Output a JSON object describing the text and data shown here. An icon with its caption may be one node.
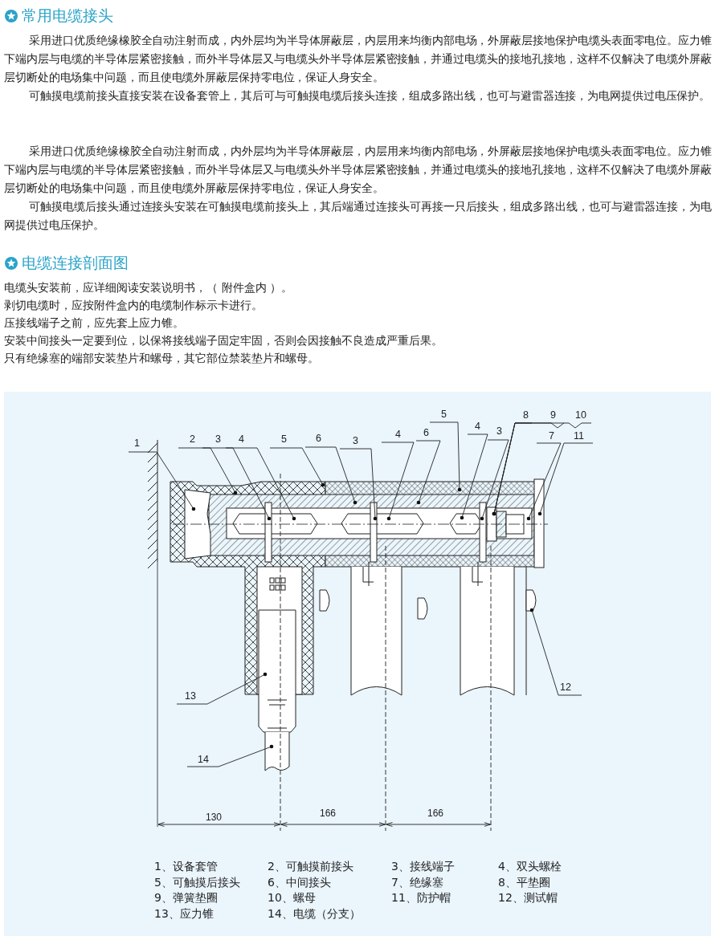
{
  "diagram": {
    "title": "常用电缆接头",
    "nodes": [
      {
        "text": [
          "1"
        ]
      },
      {
        "text": [
          "2"
        ]
      },
      {
        "text": [
          "3"
        ]
      },
      {
        "text": [
          "4"
        ]
      },
      {
        "text": [
          "5"
        ]
      },
      {
        "text": [
          "6"
        ]
      },
      {
        "text": [
          "3"
        ]
      },
      {
        "text": [
          "4"
        ]
      },
      {
        "text": [
          "6"
        ]
      },
      {
        "text": [
          "5"
        ]
      },
      {
        "text": [
          "4"
        ]
      },
      {
        "text": [
          "3"
        ]
      },
      {
        "text": [
          "8"
        ]
      },
      {
        "text": [
          "9"
        ]
      },
      {
        "text": [
          "10"
        ]
      },
      {
        "text": [
          "7"
        ]
      },
      {
        "text": [
          "11"
        ]
      },
      {
        "text": [
          "12"
        ]
      },
      {
        "text": [
          "13"
        ]
      },
      {
        "text": [
          "14"
        ]
      }
    ],
    "edges": [
      {
        "from": 0,
        "to": null,
        "arrow": "other"
      },
      {
        "from": 1,
        "to": null,
        "arrow": "other"
      },
      {
        "from": 2,
        "to": null,
        "arrow": "other"
      },
      {
        "from": 3,
        "to": null,
        "arrow": "other"
      },
      {
        "from": 4,
        "to": null,
        "arrow": "other"
      },
      {
        "from": 5,
        "to": null,
        "arrow": "other"
      },
      {
        "from": 6,
        "to": null,
        "arrow": "other"
      },
      {
        "from": 7,
        "to": null,
        "arrow": "other"
      },
      {
        "from": 8,
        "to": null,
        "arrow": "other"
      },
      {
        "from": 9,
        "to": null,
        "arrow": "other"
      },
      {
        "from": 10,
        "to": null,
        "arrow": "other"
      },
      {
        "from": 11,
        "to": null,
        "arrow": "other"
      },
      {
        "from": 12,
        "to": null,
        "arrow": "other"
      },
      {
        "from": 13,
        "to": null,
        "arrow": "other"
      },
      {
        "from": 14,
        "to": null,
        "arrow": "other"
      },
      {
        "from": 15,
        "to": null,
        "arrow": "other"
      },
      {
        "from": 16,
        "to": null,
        "arrow": "other"
      },
      {
        "from": 17,
        "to": null,
        "arrow": "other"
      },
      {
        "from": 18,
        "to": null,
        "arrow": "other"
      },
      {
        "from": 19,
        "to": null,
        "arrow": "other"
      }
    ],
    "labels": [
      "采用进口优质绝缘橡胶全自动注射而成，内外层均为半导体屏蔽层，内层用来均衡内部电场，外屏蔽层接地保护电缆头表面零电位。应力锥下端内层与电缆的半导体层紧密接触，而外半导体层又与电缆头外半导体层紧密接触，并通过电缆头的接地孔接地，这样不仅解决了电缆外屏蔽层切断处的电场集中问题，而且使电缆外屏蔽层保持零电位，保证人身安全。",
      "可触摸电缆前接头直接安装在设备套管上，其后可与可触摸电缆后接头连接，组成多路出线，也可与避雷器连接，为电网提供过电压保护。",
      "采用进口优质绝缘橡胶全自动注射而成，内外层均为半导体屏蔽层，内层用来均衡内部电场，外屏蔽层接地保护电缆头表面零电位。应力锥下端内层与电缆的半导体层紧密接触，而外半导体层又与电缆头外半导体层紧密接触，并通过电缆头的接地孔接地，这样不仅解决了电缆外屏蔽层切断处的电场集中问题，而且使电缆外屏蔽层保持零电位，保证人身安全。",
      "可触摸电缆后接头通过连接头安装在可触摸电缆前接头上，其后端通过连接头可再接一只后接头，组成多路出线，也可与避雷器连接，为电网提供过电压保护。",
      "电缆连接剖面图",
      "电缆头安装前，应详细阅读安装说明书，（ 附件盒内 ）。",
      "剥切电缆时，应按附件盒内的电缆制作标示卡进行。",
      "压接线端子之前，应先套上应力锥。",
      "安装中间接头一定要到位，以保将接线端子固定牢固，否则会因接触不良造成严重后果。",
      "只有绝缘塞的端部安装垫片和螺母，其它部位禁装垫片和螺母。",
      "130",
      "166",
      "166",
      "1、设备套管",
      "2、可触摸前接头",
      "3、接线端子",
      "4、双头螺栓",
      "5、可触摸后接头",
      "6、中间接头",
      "7、绝缘塞",
      "8、平垫圈",
      "9、弹簧垫圈",
      "10、螺母",
      "11、防护帽",
      "12、测试帽",
      "13、应力锥",
      "14、电缆（分支）"
    ]
  }
}
